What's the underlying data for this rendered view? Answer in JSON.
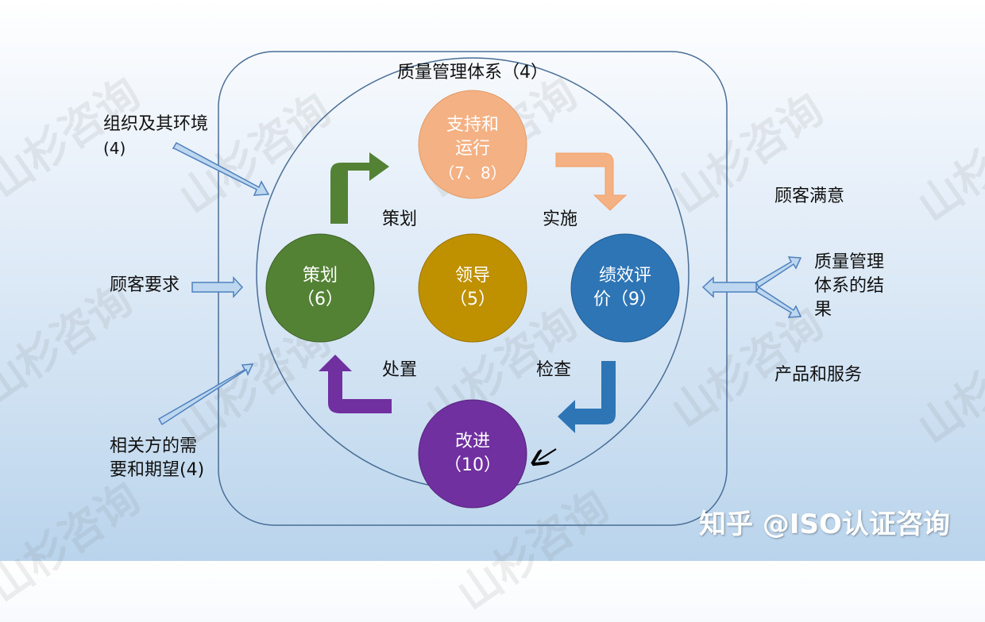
{
  "title": "质量管理体系（4）",
  "center": {
    "name": "领导",
    "num": "（5）"
  },
  "nodes": {
    "plan": {
      "name": "策划",
      "num": "（6）"
    },
    "support": {
      "line1": "支持和",
      "line2": "运行",
      "num": "（7、8）"
    },
    "perf": {
      "line1": "绩效评",
      "line2": "价（9）"
    },
    "improve": {
      "name": "改进",
      "num": "（10）"
    }
  },
  "cycle_labels": {
    "plan": "策划",
    "do": "实施",
    "check": "检查",
    "act": "处置"
  },
  "inputs": {
    "org_line1": "组织及其环境",
    "org_line2": "(4)",
    "customer_req": "顾客要求",
    "parties_line1": "相关方的需",
    "parties_line2": "要和期望(4)"
  },
  "outputs": {
    "satisfaction": "顾客满意",
    "result_line1": "质量管理",
    "result_line2": "体系的结",
    "result_line3": "果",
    "products": "产品和服务"
  },
  "watermark": "山杉咨询",
  "credit": "知乎 @ISO认证咨询",
  "colors": {
    "plan": "#548235",
    "support": "#f4b183",
    "leader": "#bf9000",
    "perf": "#2e75b6",
    "improve": "#7030a0",
    "frame": "#4a6e96"
  }
}
